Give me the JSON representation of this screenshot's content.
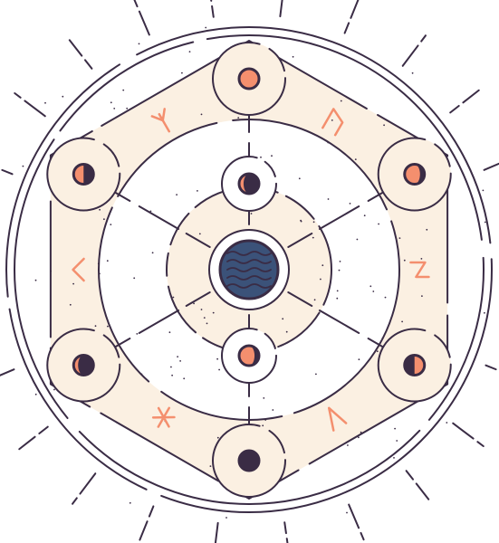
{
  "palette": {
    "ink": "#3a2c45",
    "cream": "#fbf0e2",
    "salmon": "#f48f6e",
    "planet": "#3b5279",
    "background": "#ffffff"
  },
  "orbs": [
    {
      "name": "orb-top",
      "moon": "full"
    },
    {
      "name": "orb-upper-right",
      "moon": "waning-crescent"
    },
    {
      "name": "orb-lower-right",
      "moon": "last-quarter"
    },
    {
      "name": "orb-bottom",
      "moon": "new"
    },
    {
      "name": "orb-lower-left",
      "moon": "waxing-gibbous"
    },
    {
      "name": "orb-upper-left",
      "moon": "first-quarter"
    },
    {
      "name": "orb-inner-top",
      "moon": "waxing-gibbous"
    },
    {
      "name": "orb-inner-bottom",
      "moon": "waning-crescent"
    }
  ],
  "runes": [
    {
      "name": "rune-algiz",
      "glyph": "algiz"
    },
    {
      "name": "rune-ur",
      "glyph": "ur"
    },
    {
      "name": "rune-kaunan",
      "glyph": "kaunan"
    },
    {
      "name": "rune-sowilo",
      "glyph": "sowilo"
    },
    {
      "name": "rune-gebo-star",
      "glyph": "star"
    },
    {
      "name": "rune-lambda",
      "glyph": "lambda"
    }
  ],
  "center_planet": {
    "name": "planet-icon"
  }
}
